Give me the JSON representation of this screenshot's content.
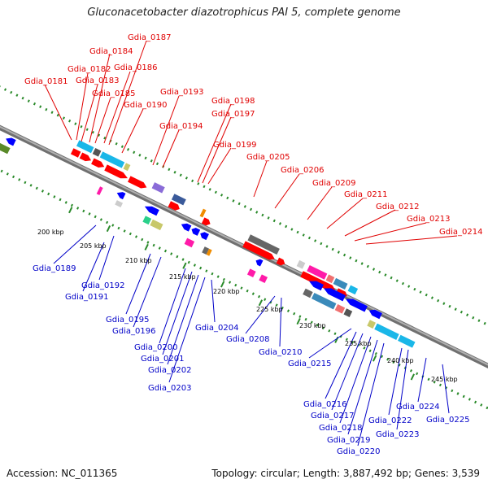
{
  "title": "Gluconacetobacter diazotrophicus PAI 5, complete genome",
  "accession": "Accession: NC_011365",
  "summary": "Topology: circular; Length: 3,887,492 bp; Genes: 3,539",
  "colors": {
    "top_label": "#e00000",
    "bottom_label": "#0000c8",
    "backbone": "#6e6e6e"
  },
  "position_labels": [
    "200 kbp",
    "205 kbp",
    "210 kbp",
    "215 kbp",
    "220 kbp",
    "225 kbp",
    "230 kbp",
    "235 kbp",
    "240 kbp",
    "245 kbp"
  ],
  "top_genes": [
    "Gdia_0181",
    "Gdia_0182",
    "Gdia_0183",
    "Gdia_0184",
    "Gdia_0185",
    "Gdia_0186",
    "Gdia_0187",
    "Gdia_0190",
    "Gdia_0193",
    "Gdia_0194",
    "Gdia_0197",
    "Gdia_0198",
    "Gdia_0199",
    "Gdia_0205",
    "Gdia_0206",
    "Gdia_0209",
    "Gdia_0211",
    "Gdia_0212",
    "Gdia_0213",
    "Gdia_0214"
  ],
  "bottom_genes": [
    "Gdia_0189",
    "Gdia_0192",
    "Gdia_0191",
    "Gdia_0195",
    "Gdia_0196",
    "Gdia_0200",
    "Gdia_0201",
    "Gdia_0202",
    "Gdia_0203",
    "Gdia_0204",
    "Gdia_0208",
    "Gdia_0210",
    "Gdia_0215",
    "Gdia_0216",
    "Gdia_0217",
    "Gdia_0218",
    "Gdia_0219",
    "Gdia_0220",
    "Gdia_0222",
    "Gdia_0223",
    "Gdia_0224",
    "Gdia_0225"
  ]
}
